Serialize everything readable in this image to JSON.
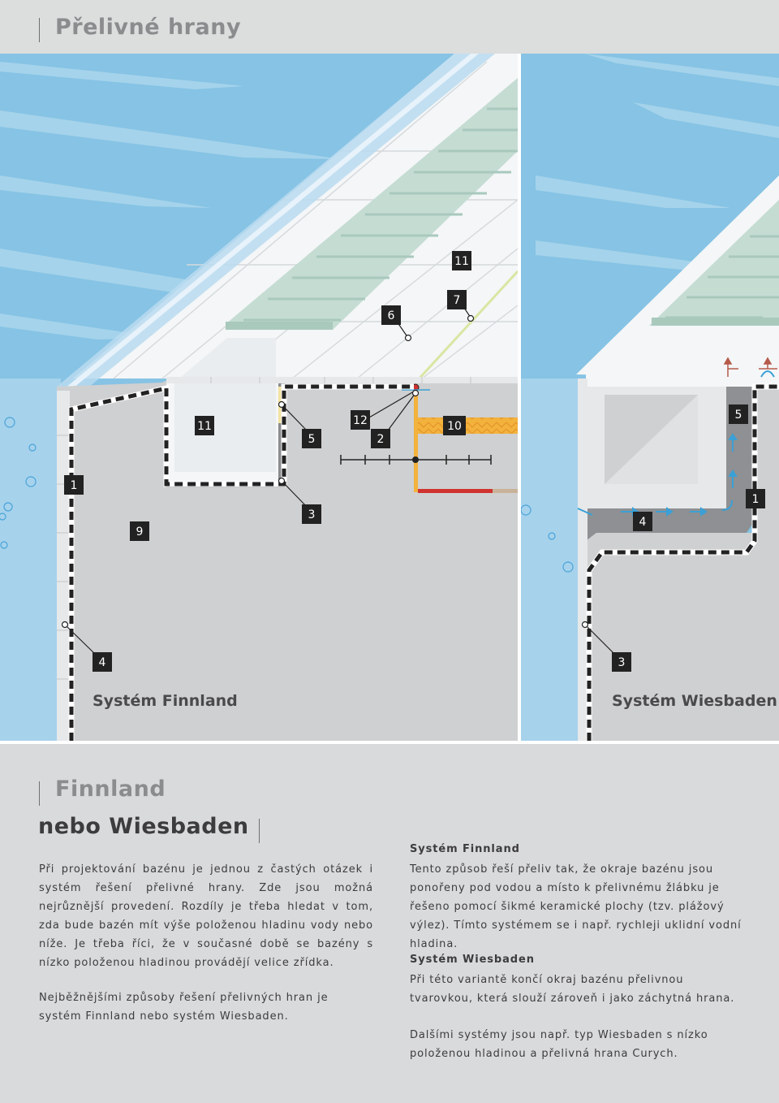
{
  "header": {
    "title": "Přelivné hrany"
  },
  "figure": {
    "left_caption": "Systém Finnland",
    "right_caption": "Systém Wiesbaden",
    "left_labels": [
      "11",
      "7",
      "6",
      "11",
      "5",
      "12",
      "2",
      "10",
      "1",
      "3",
      "9",
      "4"
    ],
    "right_labels": [
      "5",
      "1",
      "4",
      "3"
    ],
    "colors": {
      "sky": "#86c3e4",
      "water": "#a6d2ec",
      "concrete": "#cfd0d1",
      "tile_white": "#f4f6f7",
      "grate": "#c5dcd3",
      "dashed_line": "#222222",
      "insulation": "#f3b23c",
      "pipe_red": "#d0322f",
      "yellow_strip": "#f2e3a3",
      "flow_arrow": "#3aa0d6"
    }
  },
  "article": {
    "heading_line1": "Finnland",
    "heading_line2": "nebo Wiesbaden",
    "intro_paragraph": "Při projektování bazénu je jednou z častých otázek i systém řešení přelivné hrany. Zde jsou možná nejrůznější provedení. Rozdíly je třeba hledat v tom, zda bude bazén mít výše položenou hladinu vody nebo níže. Je třeba říci, že v současné době se bazény s nízko položenou hladinou provádějí velice zřídka.",
    "second_paragraph": "Nejběžnějšími způsoby řešení přelivných hran je systém Finnland nebo systém Wiesbaden.",
    "finnland_heading": "Systém Finnland",
    "finnland_text": "Tento způsob řeší přeliv tak, že okraje bazénu jsou ponořeny pod vodou a místo k přelivnému žlábku je řešeno pomocí šikmé keramické plochy (tzv. plážový výlez). Tímto systémem se i např. rychleji uklidní vodní hladina.",
    "wiesbaden_heading": "Systém Wiesbaden",
    "wiesbaden_text": "Při této variantě končí okraj bazénu přelivnou tvarovkou, která slouží zároveň i jako záchytná hrana.",
    "other_text": "Dalšími systémy jsou např. typ Wiesbaden s nízko položenou hladinou a přelivná hrana Curych."
  }
}
